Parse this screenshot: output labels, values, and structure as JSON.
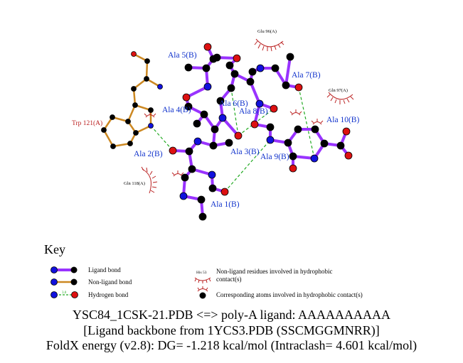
{
  "residues": {
    "ala1": "Ala 1(B)",
    "ala2": "Ala 2(B)",
    "ala3": "Ala 3(B)",
    "ala4": "Ala 4(B)",
    "ala5": "Ala 5(B)",
    "ala6": "Ala 6(B)",
    "ala7": "Ala 7(B)",
    "ala8": "Ala 8(B)",
    "ala9": "Ala 9(B)",
    "ala10": "Ala 10(B)",
    "trp121": "Trp 121(A)",
    "glu96": "Glu 96(A)",
    "gln97": "Gln 97(A)",
    "gln118": "Gln 118(A)"
  },
  "key": {
    "title": "Key",
    "ligand_bond": "Ligand bond",
    "non_ligand_bond": "Non-ligand bond",
    "hydrogen_bond": "Hydrogen bond",
    "hbond_distance": "3.0",
    "his_label": "His 53",
    "hydrophobic_residues_line1": "Non-ligand residues involved in hydrophobic",
    "hydrophobic_residues_line2": "contact(s)",
    "hydrophobic_atoms": "Corresponding atoms involved in hydrophobic contact(s)"
  },
  "caption": {
    "line1": "YSC84_1CSK-21.PDB <=> poly-A ligand: AAAAAAAAAA",
    "line2": "[Ligand backbone from 1YCS3.PDB (SSCMGGMNRR)]",
    "line3": "FoldX energy (v2.8): DG= -1.218 kcal/mol (Intraclash= 4.601 kcal/mol)"
  },
  "colors": {
    "ligand_bond": "#9933ff",
    "non_ligand_bond": "#cc8822",
    "hbond": "#22aa22",
    "carbon": "#000000",
    "nitrogen": "#1111dd",
    "oxygen": "#dd1111",
    "ligand_label": "#1133cc",
    "residue_label": "#bb2222",
    "hydrophobic": "#bb2222"
  }
}
